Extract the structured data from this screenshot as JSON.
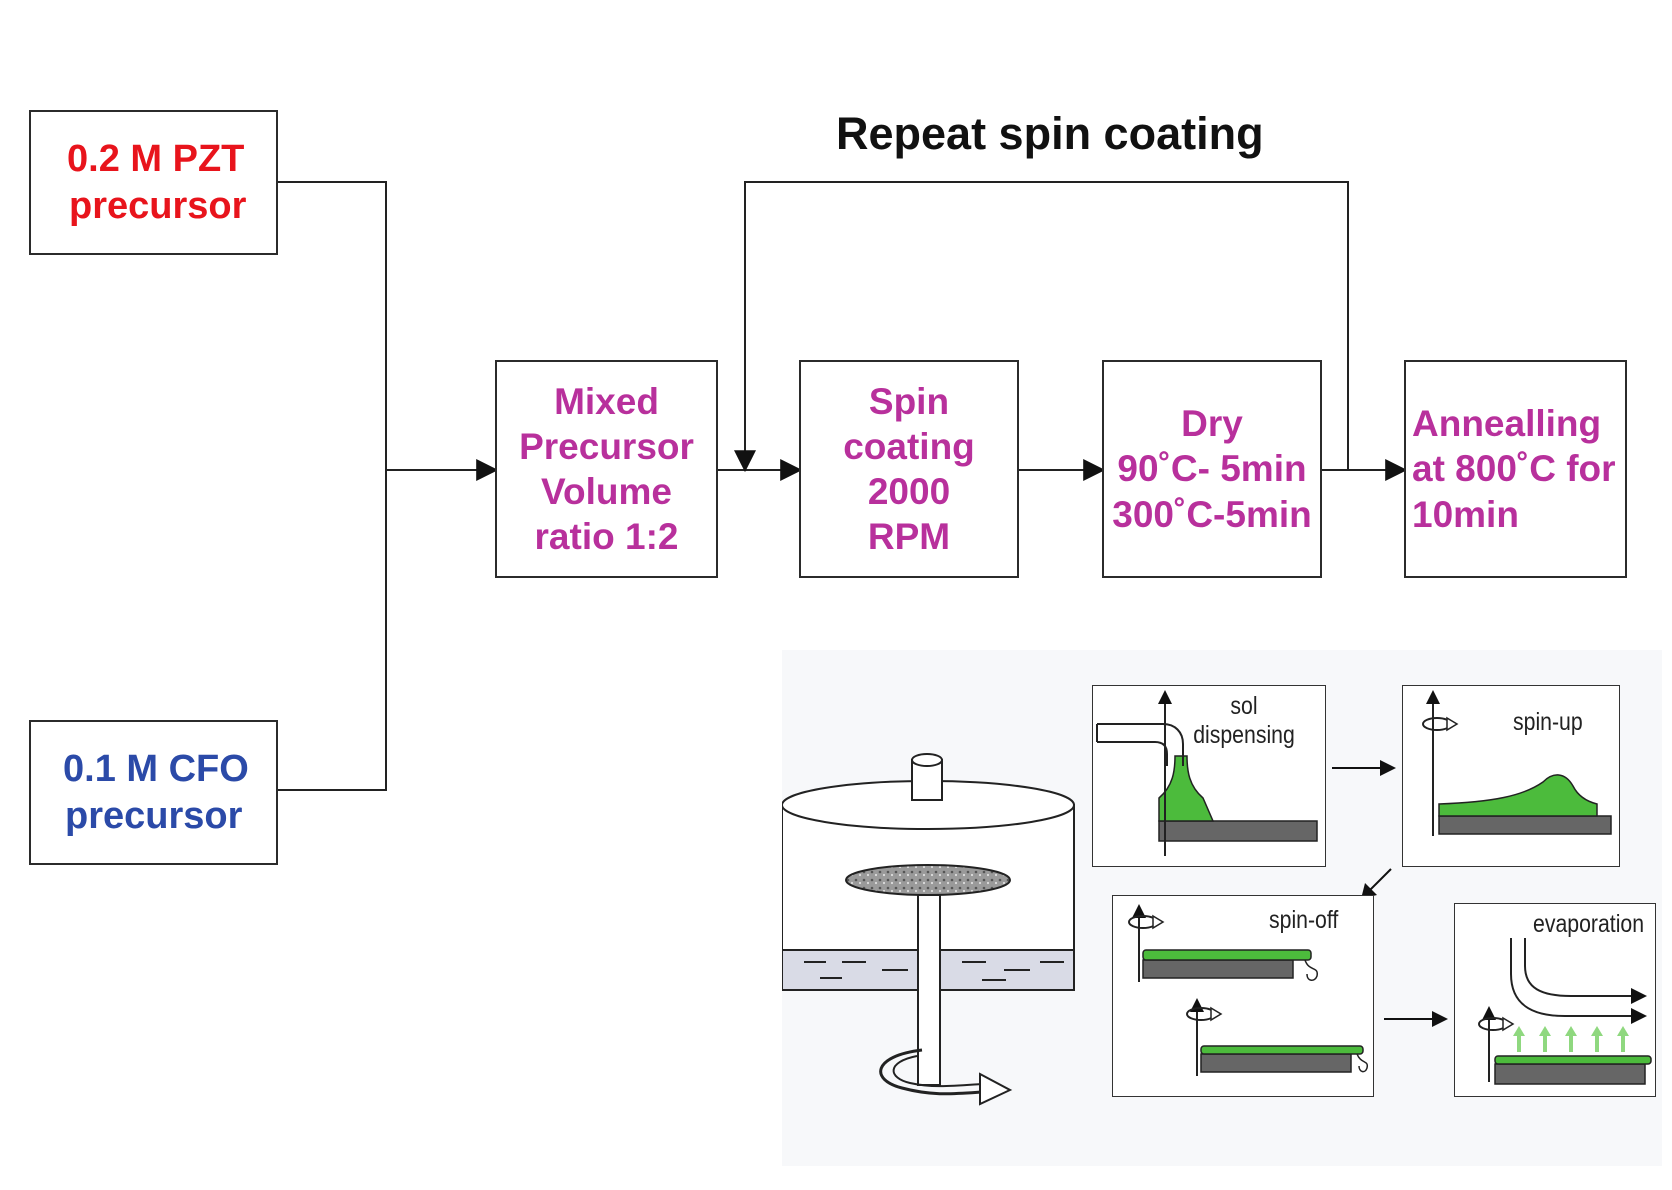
{
  "title": "Repeat spin coating",
  "inputs": {
    "pzt": {
      "line1": "0.2 M PZT",
      "line2": "precursor",
      "color": "#e8141c"
    },
    "cfo": {
      "line1": "0.1 M CFO",
      "line2": "precursor",
      "color": "#2b4aa8"
    }
  },
  "steps": [
    {
      "lines": [
        "Mixed",
        "Precursor",
        "Volume",
        "ratio 1:2"
      ]
    },
    {
      "lines": [
        "Spin",
        "coating",
        "2000",
        "RPM"
      ]
    },
    {
      "lines": [
        "Dry",
        "90˚C- 5min",
        "300˚C-5min"
      ]
    },
    {
      "lines": [
        "Annealling",
        "at 800˚C for",
        "10min"
      ]
    }
  ],
  "step_color": "#b8309c",
  "schematic": {
    "panels": [
      "sol dispensing",
      "spin-up",
      "spin-off",
      "evaporation"
    ],
    "film_color": "#4cbb3c",
    "substrate_color": "#666666"
  }
}
